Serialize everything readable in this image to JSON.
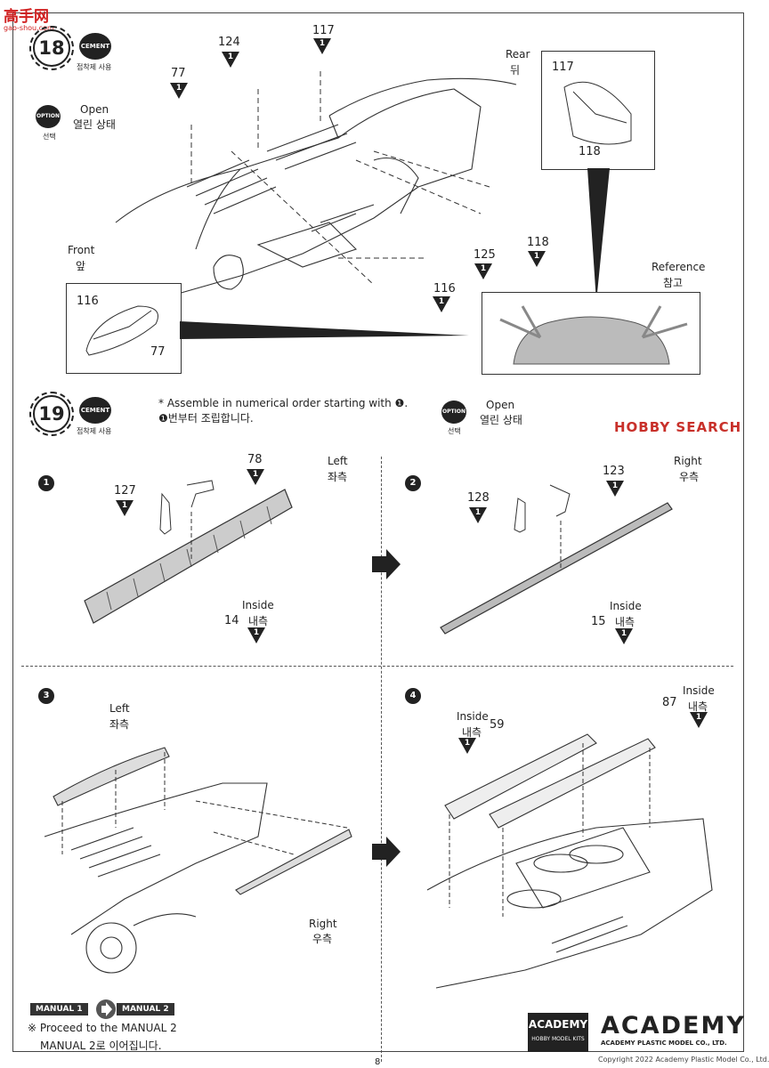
{
  "watermark_top": {
    "brand": "高手网",
    "url": "gao-shou.com"
  },
  "step18": {
    "number": "18",
    "cement": {
      "badge": "CEMENT",
      "label": "접착제 사용"
    },
    "option": {
      "badge": "OPTION",
      "label": "선택",
      "text_en": "Open",
      "text_ko": "열린 상태"
    },
    "parts": [
      "124",
      "117",
      "77",
      "118",
      "125",
      "116"
    ],
    "rear": {
      "title_en": "Rear",
      "title_ko": "뒤",
      "parts": [
        "117",
        "118"
      ]
    },
    "front": {
      "title_en": "Front",
      "title_ko": "앞",
      "parts": [
        "116",
        "77"
      ]
    },
    "reference": {
      "title_en": "Reference",
      "title_ko": "참고"
    }
  },
  "step19": {
    "number": "19",
    "cement": {
      "badge": "CEMENT",
      "label": "접착제 사용"
    },
    "note_en": "* Assemble in numerical order starting with ❶.",
    "note_ko": "❶번부터 조립합니다.",
    "option": {
      "badge": "OPTION",
      "label": "선택",
      "text_en": "Open",
      "text_ko": "열린 상태"
    },
    "sub1": {
      "n": "1",
      "side_en": "Left",
      "side_ko": "좌측",
      "parts": [
        "78",
        "127",
        "14"
      ],
      "inside_en": "Inside",
      "inside_ko": "내측"
    },
    "sub2": {
      "n": "2",
      "side_en": "Right",
      "side_ko": "우측",
      "parts": [
        "123",
        "128",
        "15"
      ],
      "inside_en": "Inside",
      "inside_ko": "내측"
    },
    "sub3": {
      "n": "3",
      "left_en": "Left",
      "left_ko": "좌측",
      "right_en": "Right",
      "right_ko": "우측"
    },
    "sub4": {
      "n": "4",
      "inside_en": "Inside",
      "inside_ko": "내측",
      "parts": [
        "59",
        "87"
      ]
    },
    "tri_label": "1"
  },
  "footer": {
    "manual1": "MANUAL 1",
    "manual2": "MANUAL 2",
    "proceed_en": "※ Proceed to the MANUAL 2",
    "proceed_ko": "MANUAL 2로 이어집니다.",
    "academy_badge": "ACADEMY",
    "academy_badge_sub": "HOBBY MODEL KITS",
    "academy_logo": "ACADEMY",
    "academy_full": "ACADEMY PLASTIC MODEL CO., LTD.",
    "hobbysearch": "HOBBY SEARCH",
    "copyright": "Copyright 2022 Academy Plastic Model Co., Ltd.",
    "page": "8"
  }
}
